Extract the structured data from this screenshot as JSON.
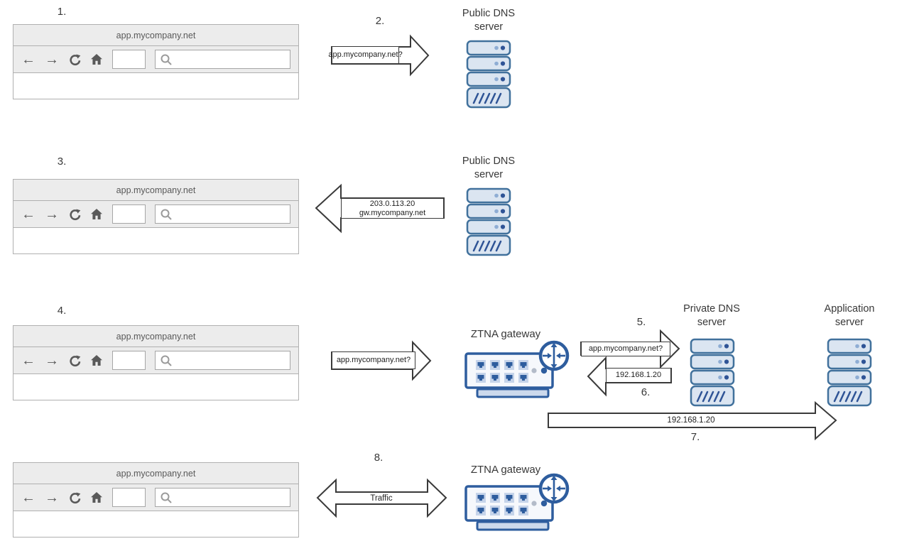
{
  "browser": {
    "title": "app.mycompany.net"
  },
  "icons": {
    "back": "←",
    "forward": "→"
  },
  "steps": {
    "s1": "1.",
    "s2": "2.",
    "s3": "3.",
    "s4": "4.",
    "s5": "5.",
    "s6": "6.",
    "s7": "7.",
    "s8": "8."
  },
  "nodes": {
    "public_dns": {
      "line1": "Public DNS",
      "line2": "server"
    },
    "private_dns": {
      "line1": "Private DNS",
      "line2": "server"
    },
    "app_server": {
      "line1": "Application",
      "line2": "server"
    },
    "ztna_gateway": {
      "label": "ZTNA gateway"
    }
  },
  "messages": {
    "dns_query": "app.mycompany.net?",
    "public_reply_ip": "203.0.113.20",
    "public_reply_host": "gw.mycompany.net",
    "private_reply_ip": "192.168.1.20",
    "forward_ip": "192.168.1.20",
    "traffic": "Traffic"
  },
  "colors": {
    "server_fill": "#dbe5f1",
    "server_border": "#41719c",
    "server_dot_light": "#8fadd4",
    "server_dot_dark": "#2f5496",
    "gateway_blue": "#2e5d9e",
    "gateway_port_fill": "#c6d4ea",
    "gateway_base_fill": "#ccd9ec",
    "arrow_outline": "#3a3a3a",
    "browser_chrome": "#ececec",
    "browser_text": "#595959"
  }
}
